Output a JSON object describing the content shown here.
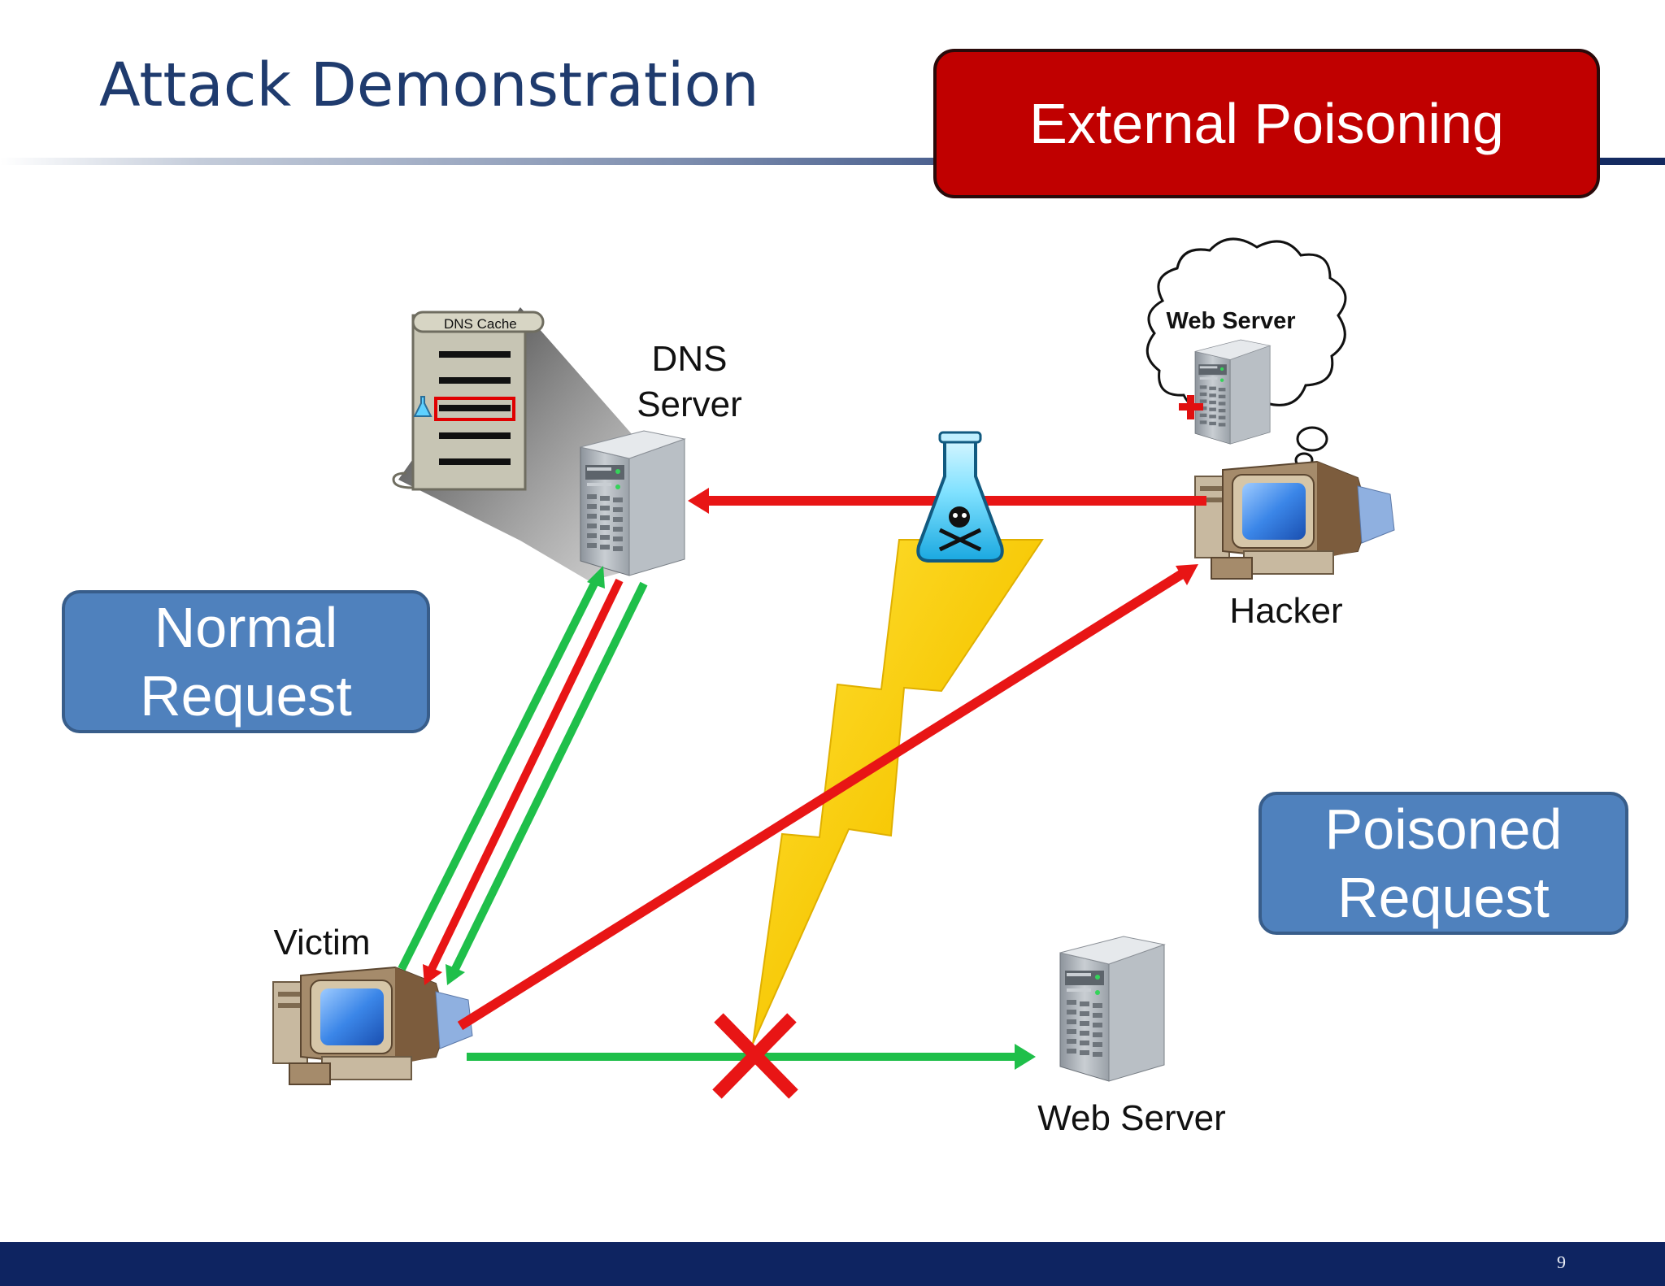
{
  "slide": {
    "title": "Attack Demonstration",
    "badge": "External Poisoning",
    "normal_box": [
      "Normal",
      "Request"
    ],
    "poisoned_box": [
      "Poisoned",
      "Request"
    ],
    "page_number": "9"
  },
  "diagram": {
    "cache_label": "DNS  Cache",
    "cloud_label": "Web  Server",
    "dns_server": [
      "DNS",
      "Server"
    ],
    "hacker": "Hacker",
    "victim": "Victim",
    "web_server": "Web Server"
  },
  "colors": {
    "title": "#1f3b6e",
    "badge": "#c00000",
    "box": "#4f81bd",
    "arrow_red": "#e81515",
    "arrow_green": "#1fbf4a",
    "bolt": "#f5c400",
    "footer": "#0e2461"
  },
  "icons": [
    "dns-cache-scroll-icon",
    "server-icon",
    "computer-icon",
    "poison-flask-icon",
    "lightning-bolt-icon",
    "thought-cloud-icon",
    "blocked-x-icon"
  ]
}
